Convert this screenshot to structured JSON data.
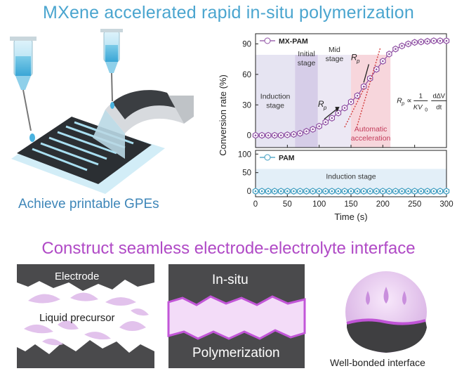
{
  "titles": {
    "top": "MXene accelerated rapid in-situ polymerization",
    "left": "Achieve printable GPEs",
    "middle": "Construct seamless electrode-electrolyte interface"
  },
  "chart_data": {
    "type": "scatter",
    "xlabel": "Time (s)",
    "ylabel": "Conversion rate (%)",
    "xlim": [
      0,
      300
    ],
    "xticks": [
      "0",
      "50",
      "100",
      "150",
      "200",
      "250",
      "300"
    ],
    "panels": [
      {
        "legend": "MX-PAM",
        "color": "#8e4fa3",
        "ylim": [
          -12,
          100
        ],
        "yticks": [
          "0",
          "30",
          "60",
          "90"
        ],
        "x": [
          0,
          10,
          20,
          30,
          40,
          50,
          60,
          70,
          80,
          90,
          100,
          110,
          120,
          130,
          140,
          150,
          160,
          170,
          180,
          190,
          200,
          210,
          220,
          230,
          240,
          250,
          260,
          270,
          280,
          290,
          300
        ],
        "y": [
          0,
          0,
          0,
          0,
          0,
          0.5,
          1,
          2,
          4,
          6,
          9,
          13,
          17,
          22,
          27,
          33,
          39,
          48,
          56,
          65,
          73,
          80,
          85,
          88,
          90,
          91.5,
          92,
          92.5,
          93,
          93,
          93
        ],
        "stages": [
          {
            "label": [
              "Induction",
              "stage"
            ],
            "x0": 0,
            "x1": 62,
            "color": "#e6e4f2"
          },
          {
            "label": [
              "Initial",
              "stage"
            ],
            "x0": 62,
            "x1": 98,
            "color": "#d6cde8"
          },
          {
            "label": [
              "Mid",
              "stage"
            ],
            "x0": 98,
            "x1": 150,
            "color": "#ece8f4"
          },
          {
            "label": [
              "Automatic",
              "acceleration"
            ],
            "x0": 150,
            "x1": 212,
            "color": "#f7d6dc"
          }
        ],
        "annotations": {
          "rp": "R",
          "rp_sub": "p",
          "equation": {
            "lhs": "R",
            "lhs_sub": "p",
            "prop": "∝",
            "num1": "1",
            "den1": "KV",
            "den1_sub": "0",
            "num2": "d∆V",
            "den2": "dt"
          }
        }
      },
      {
        "legend": "PAM",
        "color": "#3a9bbf",
        "ylim": [
          -15,
          110
        ],
        "yticks": [
          "0",
          "50",
          "100"
        ],
        "x": [
          0,
          10,
          20,
          30,
          40,
          50,
          60,
          70,
          80,
          90,
          100,
          110,
          120,
          130,
          140,
          150,
          160,
          170,
          180,
          190,
          200,
          210,
          220,
          230,
          240,
          250,
          260,
          270,
          280,
          290,
          300
        ],
        "y": [
          0,
          0,
          0,
          0,
          0,
          0,
          0,
          0,
          0,
          0,
          0,
          0,
          0,
          0,
          0,
          0,
          0,
          0,
          0,
          0,
          0,
          0,
          0,
          0,
          0,
          0,
          0,
          0,
          0,
          0,
          0
        ],
        "stages": [
          {
            "label": [
              "Induction stage"
            ],
            "x0": 0,
            "x1": 300,
            "color": "#e3eff8"
          }
        ]
      }
    ]
  },
  "bottom": {
    "electrode": "Electrode",
    "liquid": "Liquid precursor",
    "insitu": "In-situ",
    "polymerization": "Polymerization",
    "bonded": "Well-bonded interface"
  }
}
